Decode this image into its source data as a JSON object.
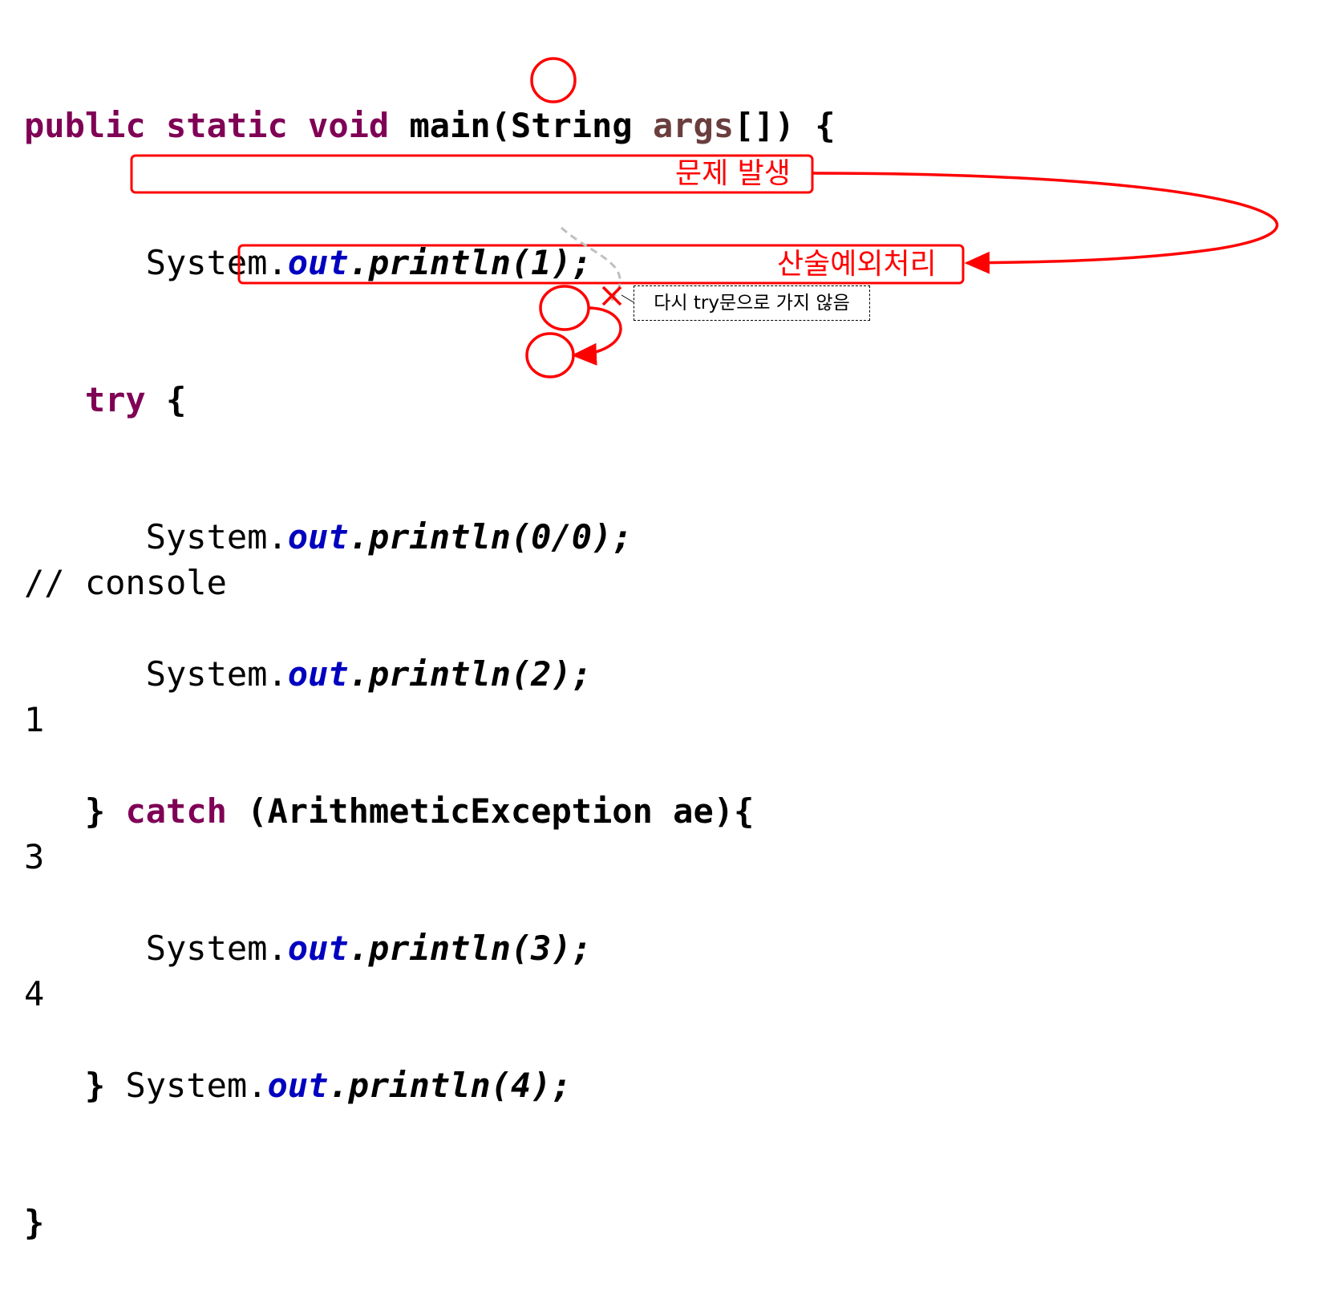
{
  "code": {
    "line1": {
      "mod1": "public",
      "mod2": "static",
      "mod3": "void",
      "name": "main(String",
      "param": "args",
      "rest": "[]) {"
    },
    "line2": {
      "indent": "      ",
      "obj": "System.",
      "field": "out",
      "method": ".println(",
      "arg": "1",
      "end": ");"
    },
    "line3": {
      "indent": "   ",
      "kw": "try",
      "rest": " {"
    },
    "line4": {
      "indent": "      ",
      "obj": "System.",
      "field": "out",
      "method": ".println(0/0);"
    },
    "line5": {
      "indent": "      ",
      "obj": "System.",
      "field": "out",
      "method": ".println(2);"
    },
    "line6": {
      "indent": "   ",
      "brace": "} ",
      "kw": "catch",
      "rest": " (ArithmeticException ae){"
    },
    "line7": {
      "indent": "      ",
      "obj": "System.",
      "field": "out",
      "method": ".println(",
      "arg": "3",
      "end": ");"
    },
    "line8": {
      "indent": "   ",
      "brace": "} ",
      "obj": "System.",
      "field": "out",
      "method": ".println(",
      "arg": "4",
      "end": ");"
    },
    "line9": {
      "brace": "}"
    }
  },
  "console": {
    "comment": "// console",
    "outputs": [
      "1",
      "3",
      "4"
    ]
  },
  "annotations": {
    "problem": "문제 발생",
    "handling": "산술예외처리",
    "no_return": "다시 try문으로 가지 않음"
  },
  "colors": {
    "keyword": "#7f0055",
    "parameter": "#6a3e3e",
    "field": "#0000c0",
    "highlight": "#ff0000",
    "skipped_path": "#bfbfbf"
  }
}
